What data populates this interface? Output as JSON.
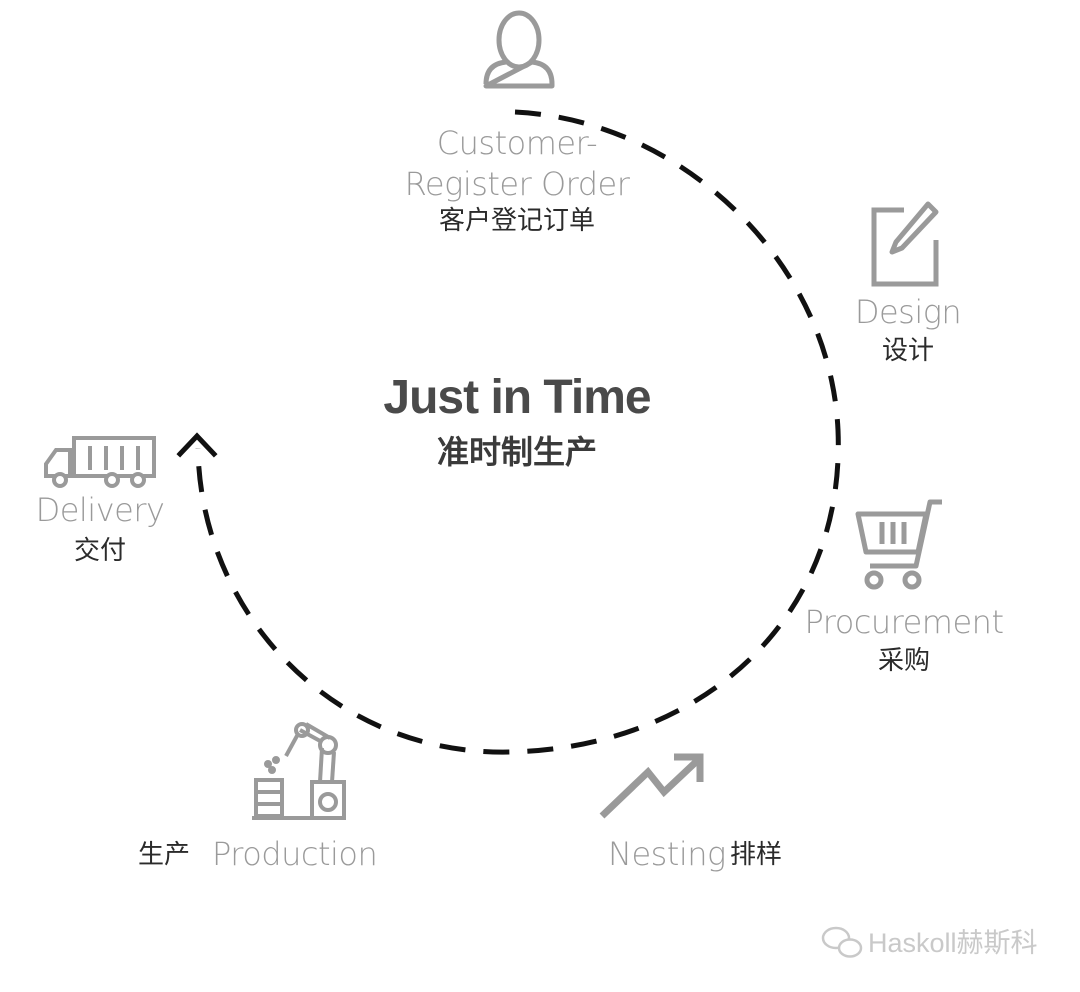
{
  "center": {
    "title": "Just in Time",
    "subtitle": "准时制生产"
  },
  "steps": {
    "customer": {
      "en_line1": "Customer-",
      "en_line2": "Register Order",
      "zh": "客户登记订单",
      "icon": "user-icon"
    },
    "design": {
      "en": "Design",
      "zh": "设计",
      "icon": "design-pencil-icon"
    },
    "procurement": {
      "en": "Procurement",
      "zh": "采购",
      "icon": "shopping-cart-icon"
    },
    "nesting": {
      "en": "Nesting",
      "zh": "排样",
      "icon": "trend-arrow-icon"
    },
    "production": {
      "en": "Production",
      "zh": "生产",
      "icon": "robot-arm-icon"
    },
    "delivery": {
      "en": "Delivery",
      "zh": "交付",
      "icon": "truck-icon"
    }
  },
  "watermark": {
    "text": "Haskoll赫斯科",
    "icon": "wechat-icon"
  },
  "colors": {
    "icon_gray": "#9a9a9a",
    "dash": "#111111",
    "label_en": "#9a9a9a",
    "label_zh": "#2b2b2b"
  }
}
